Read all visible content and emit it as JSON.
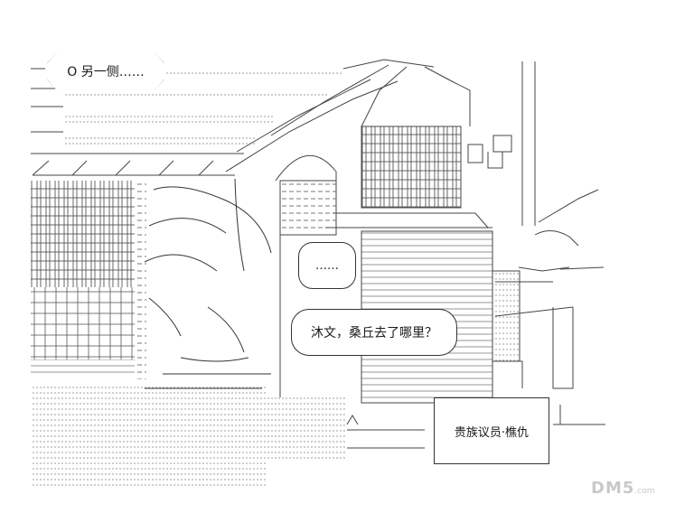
{
  "panel": {
    "narration": "O 另一侧……",
    "silence": "……",
    "dialogue": "沐文，桑丘去了哪里？",
    "name_caption": "贵族议员·樵仇"
  },
  "watermark": {
    "brand": "DM5",
    "suffix": ".com"
  },
  "colors": {
    "ink": "#1a1a1a",
    "paper": "#ffffff",
    "watermark": "#c9c9c9"
  }
}
